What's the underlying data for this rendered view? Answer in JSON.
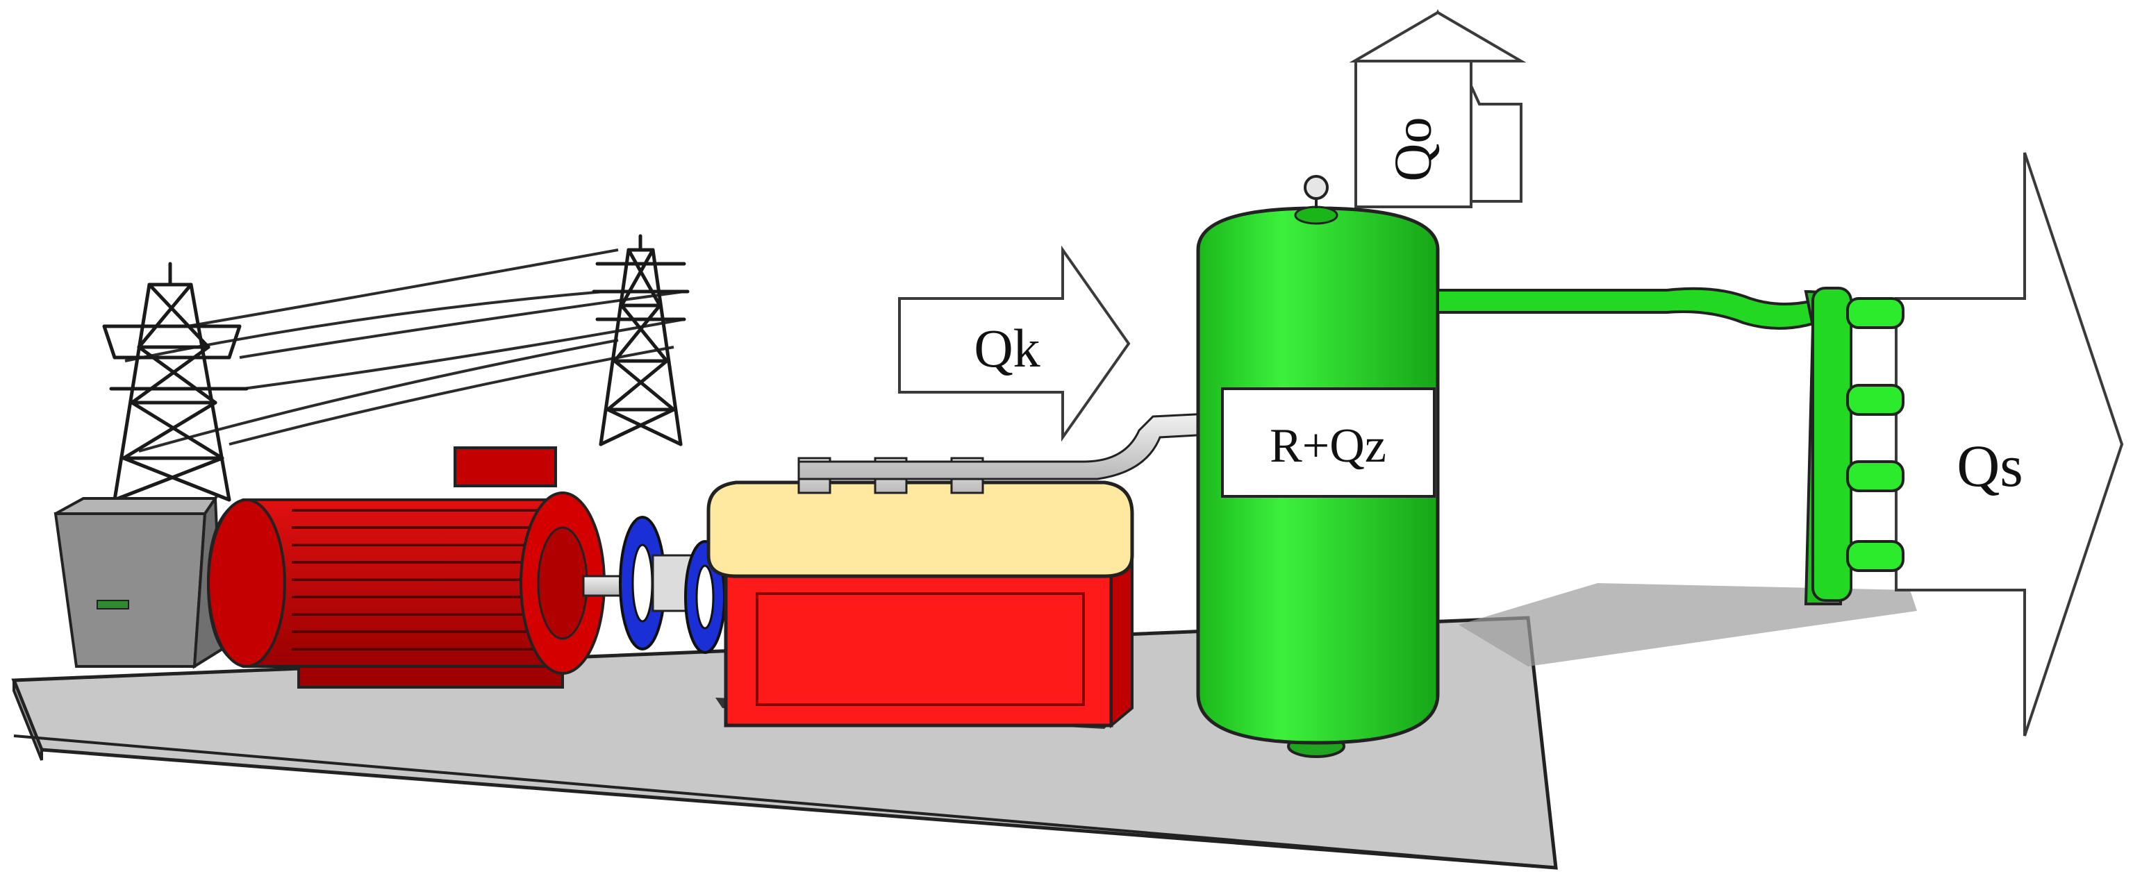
{
  "diagram": {
    "labels": {
      "qk": "Qk",
      "qo": "Qo",
      "qs": "Qs",
      "tank": "R+Qz"
    },
    "colors": {
      "motor": "#d40000",
      "compressor_base": "#ff1a1a",
      "compressor_top": "#ffe8a0",
      "receiver": "#22d822",
      "coupling": "#1a2fd6",
      "platform": "#c9c9c9",
      "arrow_fill": "#ffffff",
      "arrow_stroke": "#3a3a3a"
    },
    "components": [
      "power-transmission-towers",
      "electrical-cabinet",
      "electric-motor",
      "shaft-coupling",
      "air-compressor",
      "compressed-air-receiver",
      "distribution-manifold"
    ]
  }
}
